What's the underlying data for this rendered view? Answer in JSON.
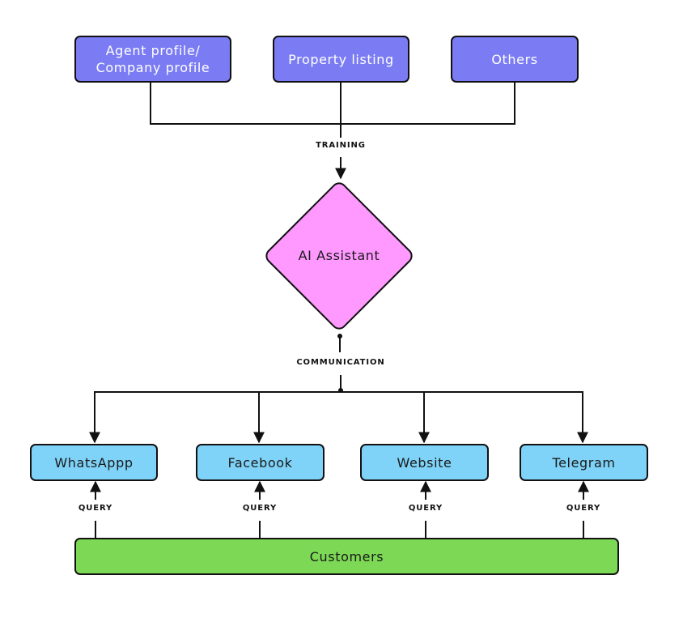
{
  "diagram": {
    "sources": [
      {
        "label": "Agent profile/\nCompany profile"
      },
      {
        "label": "Property listing"
      },
      {
        "label": "Others"
      }
    ],
    "training_label": "TRAINING",
    "assistant_label": "AI Assistant",
    "communication_label": "COMMUNICATION",
    "channels": [
      {
        "label": "WhatsAppp"
      },
      {
        "label": "Facebook"
      },
      {
        "label": "Website"
      },
      {
        "label": "Telegram"
      }
    ],
    "query_label": "QUERY",
    "customers_label": "Customers"
  },
  "colors": {
    "source_fill": "#7b7cf3",
    "assistant_fill": "#ff99ff",
    "channel_fill": "#7fd3f8",
    "customers_fill": "#7dd955",
    "line": "#111111"
  }
}
